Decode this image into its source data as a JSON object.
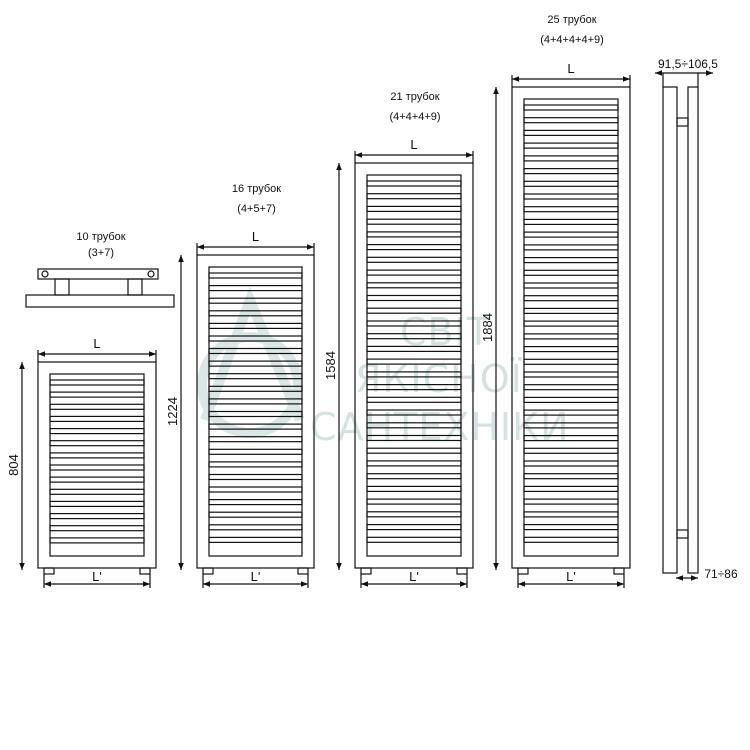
{
  "watermark": {
    "line1": "СВІТ",
    "line2": "ЯКІСНОЇ",
    "line3": "САНТЕХНІКИ"
  },
  "top_view": {
    "count_label": "10 трубок",
    "combo_label": "(3+7)"
  },
  "radiators": [
    {
      "count_label": "10 трубок",
      "combo_label": "(3+7)",
      "width_label": "L",
      "height_label": "804",
      "base_label": "L'"
    },
    {
      "count_label": "16 трубок",
      "combo_label": "(4+5+7)",
      "width_label": "L",
      "height_label": "1224",
      "base_label": "L'"
    },
    {
      "count_label": "21 трубок",
      "combo_label": "(4+4+4+9)",
      "width_label": "L",
      "height_label": "1584",
      "base_label": "L'"
    },
    {
      "count_label": "25 трубок",
      "combo_label": "(4+4+4+4+9)",
      "width_label": "L",
      "height_label": "1884",
      "base_label": "L'"
    }
  ],
  "side_view": {
    "depth_top_label": "91,5÷106,5",
    "depth_bottom_label": "71÷86"
  },
  "colors": {
    "line": "#111111",
    "watermark": "#d6e2e2"
  }
}
